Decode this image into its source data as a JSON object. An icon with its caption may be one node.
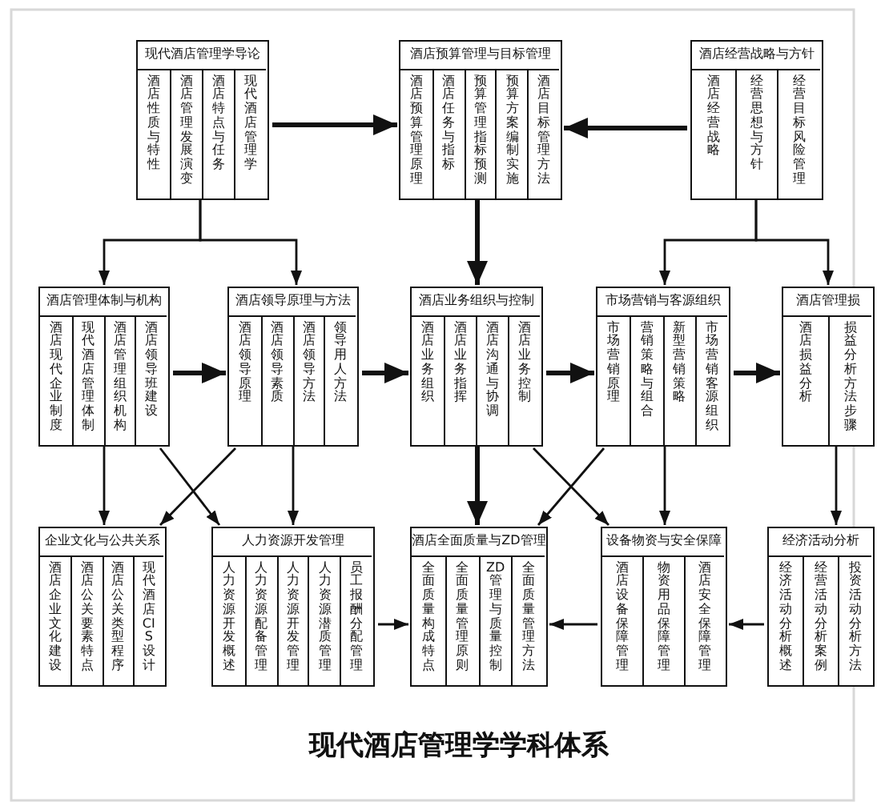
{
  "diagram": {
    "title": "现代酒店管理学学科体系",
    "nodes": [
      {
        "text": [
          "现代酒店管理学导论"
        ]
      },
      {
        "text": [
          "酒店性质与特性"
        ],
        "in": 0
      },
      {
        "text": [
          "酒店管理发展演变"
        ],
        "in": 0
      },
      {
        "text": [
          "酒店特点与任务"
        ],
        "in": 0
      },
      {
        "text": [
          "现代酒店管理学"
        ],
        "in": 0
      },
      {
        "text": [
          "酒店预算管理与目标管理"
        ]
      },
      {
        "text": [
          "酒店预算管理原理"
        ],
        "in": 5
      },
      {
        "text": [
          "酒店任务与指标"
        ],
        "in": 5
      },
      {
        "text": [
          "预算管理指标预测"
        ],
        "in": 5
      },
      {
        "text": [
          "预算方案编制实施"
        ],
        "in": 5
      },
      {
        "text": [
          "酒店目标管理方法"
        ],
        "in": 5
      },
      {
        "text": [
          "酒店经营战略与方针"
        ]
      },
      {
        "text": [
          "酒店经营战略"
        ],
        "in": 11
      },
      {
        "text": [
          "经营思想与方针"
        ],
        "in": 11
      },
      {
        "text": [
          "经营目标风险管理"
        ],
        "in": 11
      },
      {
        "text": [
          "酒店管理体制与机构"
        ]
      },
      {
        "text": [
          "酒店现代企业制度"
        ],
        "in": 15
      },
      {
        "text": [
          "现代酒店管理体制"
        ],
        "in": 15
      },
      {
        "text": [
          "酒店管理组织机构"
        ],
        "in": 15
      },
      {
        "text": [
          "酒店领导班建设"
        ],
        "in": 15
      },
      {
        "text": [
          "酒店领导原理与方法"
        ]
      },
      {
        "text": [
          "酒店领导原理"
        ],
        "in": 20
      },
      {
        "text": [
          "酒店领导素质"
        ],
        "in": 20
      },
      {
        "text": [
          "酒店领导方法"
        ],
        "in": 20
      },
      {
        "text": [
          "领导用人方法"
        ],
        "in": 20
      },
      {
        "text": [
          "酒店业务组织与控制"
        ]
      },
      {
        "text": [
          "酒店业务组织"
        ],
        "in": 25
      },
      {
        "text": [
          "酒店业务指挥"
        ],
        "in": 25
      },
      {
        "text": [
          "酒店沟通与协调"
        ],
        "in": 25
      },
      {
        "text": [
          "酒店业务控制"
        ],
        "in": 25
      },
      {
        "text": [
          "市场营销与客源组织"
        ]
      },
      {
        "text": [
          "市场营销原理"
        ],
        "in": 30
      },
      {
        "text": [
          "营销策略与组合"
        ],
        "in": 30
      },
      {
        "text": [
          "新型营销策略"
        ],
        "in": 30
      },
      {
        "text": [
          "市场营销客源组织"
        ],
        "in": 30
      },
      {
        "text": [
          "酒店管理损"
        ]
      },
      {
        "text": [
          "酒店损益分析"
        ],
        "in": 35
      },
      {
        "text": [
          "损益分析方法步骤"
        ],
        "in": 35
      },
      {
        "text": [
          "企业文化与公共关系"
        ]
      },
      {
        "text": [
          "酒店企业文化建设"
        ],
        "in": 38
      },
      {
        "text": [
          "酒店公关要素特点"
        ],
        "in": 38
      },
      {
        "text": [
          "酒店公关类型程序"
        ],
        "in": 38
      },
      {
        "text": [
          "现代酒店CIS设计"
        ],
        "in": 38
      },
      {
        "text": [
          "人力资源开发管理"
        ]
      },
      {
        "text": [
          "人力资源开发概述"
        ],
        "in": 43
      },
      {
        "text": [
          "人力资源配备管理"
        ],
        "in": 43
      },
      {
        "text": [
          "人力资源开发管理"
        ],
        "in": 43
      },
      {
        "text": [
          "人力资源潜质管理"
        ],
        "in": 43
      },
      {
        "text": [
          "员工报酬分配管理"
        ],
        "in": 43
      },
      {
        "text": [
          "酒店全面质量与ZD管理"
        ]
      },
      {
        "text": [
          "全面质量构成特点"
        ],
        "in": 49
      },
      {
        "text": [
          "全面质量管理原则"
        ],
        "in": 49
      },
      {
        "text": [
          "ZD管理与质量控制"
        ],
        "in": 49
      },
      {
        "text": [
          "全面质量管理方法"
        ],
        "in": 49
      },
      {
        "text": [
          "设备物资与安全保障"
        ]
      },
      {
        "text": [
          "酒店设备保障管理"
        ],
        "in": 54
      },
      {
        "text": [
          "物资用品保障管理"
        ],
        "in": 54
      },
      {
        "text": [
          "酒店安全保障管理"
        ],
        "in": 54
      },
      {
        "text": [
          "经济活动分析"
        ]
      },
      {
        "text": [
          "经济活动分析概述"
        ],
        "in": 58
      },
      {
        "text": [
          "经营活动分析案例"
        ],
        "in": 58
      },
      {
        "text": [
          "投资活动分析方法"
        ],
        "in": 58
      }
    ],
    "edges": [
      {
        "from": 0,
        "to": 5,
        "arrow": "to",
        "style": "thick"
      },
      {
        "from": 11,
        "to": 5,
        "arrow": "to",
        "style": "thick"
      },
      {
        "from": 0,
        "to": 15,
        "arrow": "to"
      },
      {
        "from": 0,
        "to": 20,
        "arrow": "to"
      },
      {
        "from": 11,
        "to": 30,
        "arrow": "to"
      },
      {
        "from": 11,
        "to": 35,
        "arrow": "to"
      },
      {
        "from": 5,
        "to": 25,
        "arrow": "to",
        "style": "thick"
      },
      {
        "from": 15,
        "to": 20,
        "arrow": "to",
        "style": "thick"
      },
      {
        "from": 20,
        "to": 25,
        "arrow": "to",
        "style": "thick"
      },
      {
        "from": 25,
        "to": 30,
        "arrow": "to",
        "style": "thick"
      },
      {
        "from": 30,
        "to": 35,
        "arrow": "to",
        "style": "thick"
      },
      {
        "from": 15,
        "to": 38,
        "arrow": "to"
      },
      {
        "from": 15,
        "to": 43,
        "arrow": "to"
      },
      {
        "from": 20,
        "to": 38,
        "arrow": "to"
      },
      {
        "from": 20,
        "to": 43,
        "arrow": "to"
      },
      {
        "from": 25,
        "to": 49,
        "arrow": "to",
        "style": "thick"
      },
      {
        "from": 25,
        "to": 54,
        "arrow": "to"
      },
      {
        "from": 30,
        "to": 49,
        "arrow": "to"
      },
      {
        "from": 30,
        "to": 54,
        "arrow": "to"
      },
      {
        "from": 35,
        "to": 58,
        "arrow": "to"
      },
      {
        "from": 43,
        "to": 49,
        "arrow": "to"
      },
      {
        "from": 54,
        "to": 49,
        "arrow": "to"
      },
      {
        "from": 58,
        "to": 54,
        "arrow": "to"
      }
    ]
  }
}
